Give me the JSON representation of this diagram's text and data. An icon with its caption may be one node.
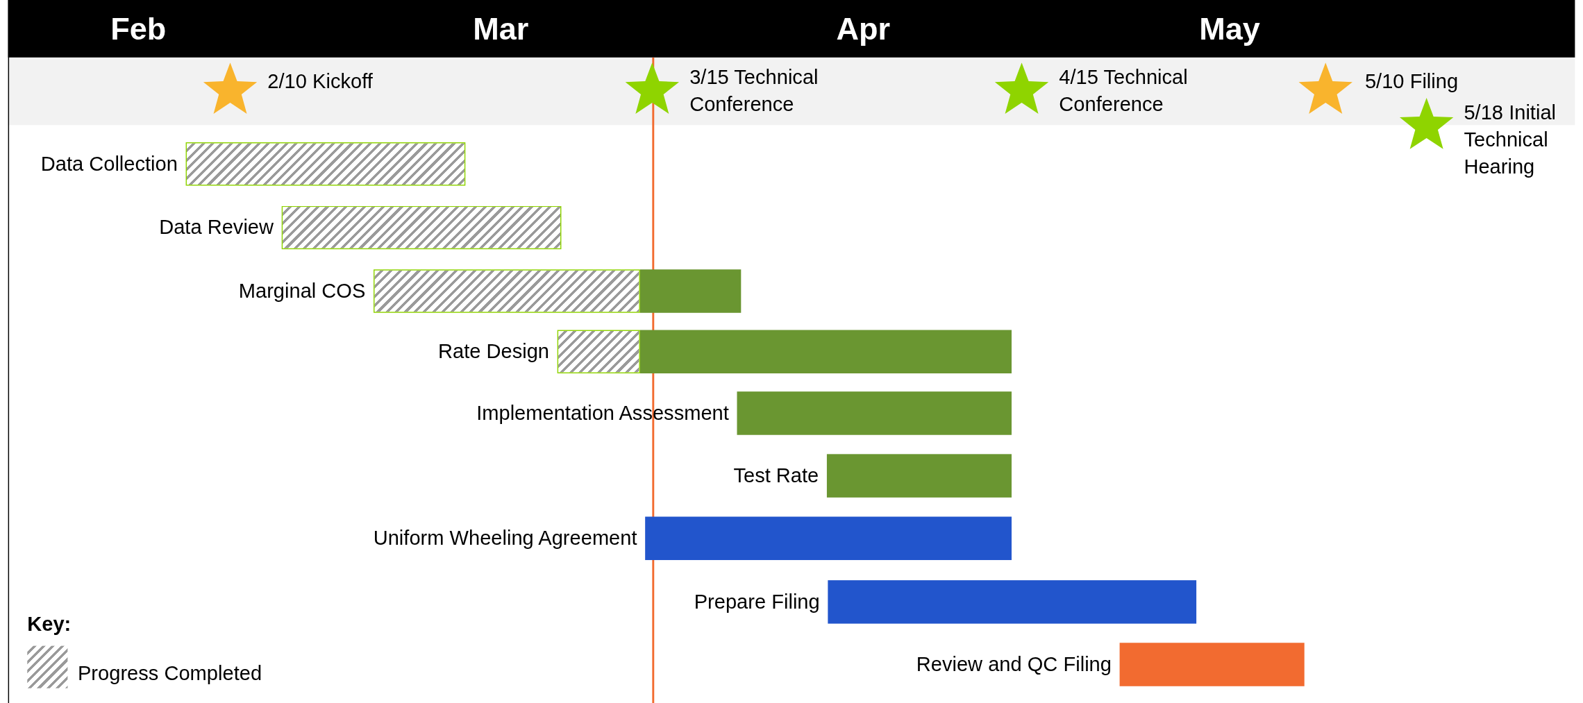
{
  "diagram": {
    "nodes": [
      {
        "text": [],
        "shape": "bar",
        "beside": [
          "Data Collection"
        ]
      },
      {
        "text": [],
        "shape": "bar",
        "beside": [
          "Data Review"
        ]
      },
      {
        "text": [],
        "shape": "bar",
        "beside": [
          "Marginal COS"
        ]
      },
      {
        "text": [],
        "shape": "bar",
        "beside": [
          "Rate Design"
        ]
      },
      {
        "text": [],
        "shape": "bar",
        "beside": [
          "Implementation Assessment"
        ]
      },
      {
        "text": [],
        "shape": "bar",
        "beside": [
          "Test Rate"
        ]
      },
      {
        "text": [],
        "shape": "bar",
        "beside": [
          "Uniform Wheeling Agreement"
        ]
      },
      {
        "text": [],
        "shape": "bar",
        "beside": [
          "Prepare Filing"
        ]
      },
      {
        "text": [],
        "shape": "bar",
        "beside": [
          "Review and QC Filing"
        ]
      },
      {
        "text": [],
        "shape": "star",
        "beside": [
          "2/10 Kickoff"
        ]
      },
      {
        "text": [],
        "shape": "star",
        "beside": [
          "3/15 Technical Conference"
        ]
      },
      {
        "text": [],
        "shape": "star",
        "beside": [
          "4/15 Technical Conference"
        ]
      },
      {
        "text": [],
        "shape": "star",
        "beside": [
          "5/10 Filing"
        ]
      },
      {
        "text": [],
        "shape": "star",
        "beside": [
          "5/18 Initial Technical Hearing"
        ]
      }
    ],
    "edges": [],
    "labels": [
      "Feb",
      "Mar",
      "Apr",
      "May",
      "Key:"
    ],
    "legend": [
      {
        "text": "Progress Completed"
      }
    ]
  }
}
